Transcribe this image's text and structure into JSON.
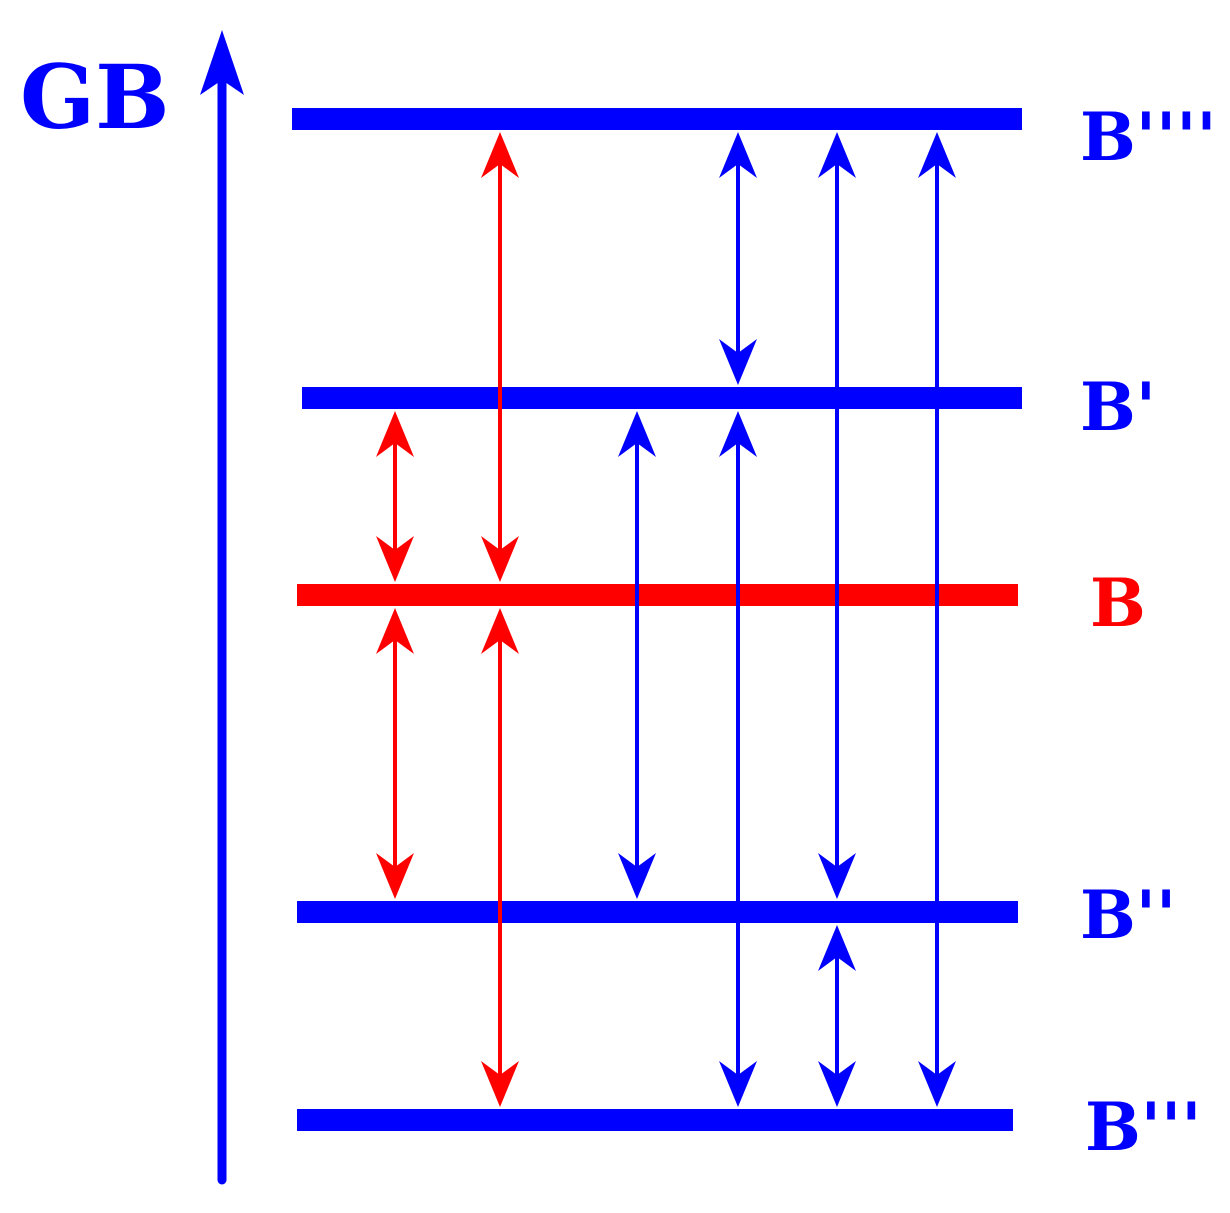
{
  "axis": {
    "label": "GB",
    "color": "#0000ff"
  },
  "levels": [
    {
      "id": "b4",
      "label": "B''''",
      "color": "#0000ff"
    },
    {
      "id": "b1",
      "label": "B'",
      "color": "#0000ff"
    },
    {
      "id": "b0",
      "label": "B",
      "color": "#ff0000"
    },
    {
      "id": "b2",
      "label": "B''",
      "color": "#0000ff"
    },
    {
      "id": "b3",
      "label": "B'''",
      "color": "#0000ff"
    }
  ],
  "transitions": [
    {
      "from": "b0",
      "to": "b1",
      "color": "#ff0000"
    },
    {
      "from": "b0",
      "to": "b4",
      "color": "#ff0000"
    },
    {
      "from": "b0",
      "to": "b2",
      "color": "#ff0000"
    },
    {
      "from": "b0",
      "to": "b3",
      "color": "#ff0000"
    },
    {
      "from": "b1",
      "to": "b4",
      "color": "#0000ff"
    },
    {
      "from": "b1",
      "to": "b2",
      "color": "#0000ff"
    },
    {
      "from": "b1",
      "to": "b3",
      "color": "#0000ff"
    },
    {
      "from": "b4",
      "to": "b2",
      "color": "#0000ff"
    },
    {
      "from": "b2",
      "to": "b3",
      "color": "#0000ff"
    },
    {
      "from": "b4",
      "to": "b3",
      "color": "#0000ff"
    }
  ]
}
